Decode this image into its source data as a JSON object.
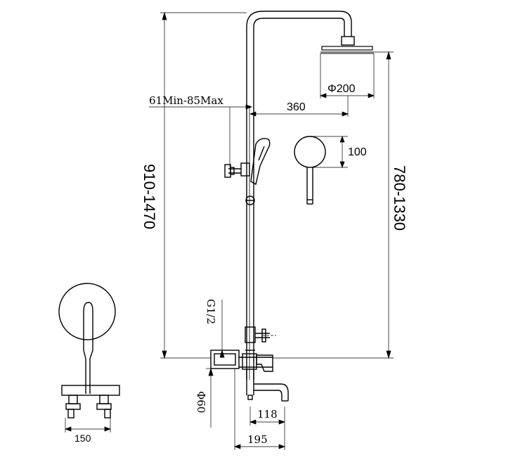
{
  "dimensions": {
    "shower_head_diameter": "Φ200",
    "arm_length": "360",
    "slide_range": "61Min-85Max",
    "total_height": "910-1470",
    "head_height": "780-1330",
    "handle_disc": "100",
    "thread": "G1/2",
    "inlet_diameter": "Φ60",
    "spout_length": "118",
    "base_width": "195",
    "connector_spacing": "150"
  }
}
